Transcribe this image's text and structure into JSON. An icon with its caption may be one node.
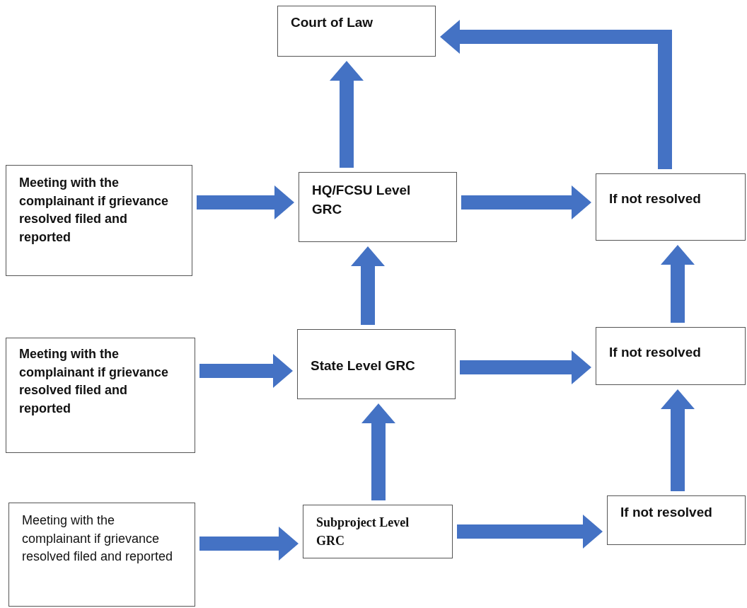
{
  "diagram": {
    "nodes": [
      {
        "text": [
          "Court of Law"
        ]
      },
      {
        "text": [
          "Meeting with the complainant if grievance resolved filed and reported"
        ]
      },
      {
        "text": [
          "HQ/FCSU Level GRC"
        ]
      },
      {
        "text": [
          "If not resolved"
        ]
      },
      {
        "text": [
          "Meeting with the complainant if grievance resolved filed and reported"
        ]
      },
      {
        "text": [
          "State Level GRC"
        ]
      },
      {
        "text": [
          "If not resolved"
        ]
      },
      {
        "text": [
          "Meeting with the complainant if grievance resolved filed and reported"
        ]
      },
      {
        "text": [
          "Subproject Level GRC"
        ]
      },
      {
        "text": [
          "If not resolved"
        ]
      }
    ],
    "edges": [
      {
        "from": 1,
        "to": 2,
        "arrow": "to"
      },
      {
        "from": 2,
        "to": 3,
        "arrow": "to"
      },
      {
        "from": 2,
        "to": 0,
        "arrow": "to"
      },
      {
        "from": 4,
        "to": 5,
        "arrow": "to"
      },
      {
        "from": 5,
        "to": 6,
        "arrow": "to"
      },
      {
        "from": 5,
        "to": 2,
        "arrow": "to"
      },
      {
        "from": 7,
        "to": 8,
        "arrow": "to"
      },
      {
        "from": 8,
        "to": 9,
        "arrow": "to"
      },
      {
        "from": 8,
        "to": 5,
        "arrow": "to"
      },
      {
        "from": 9,
        "to": 6,
        "arrow": "to"
      },
      {
        "from": 6,
        "to": 3,
        "arrow": "to"
      },
      {
        "from": 3,
        "to": 0,
        "arrow": "to"
      }
    ]
  }
}
